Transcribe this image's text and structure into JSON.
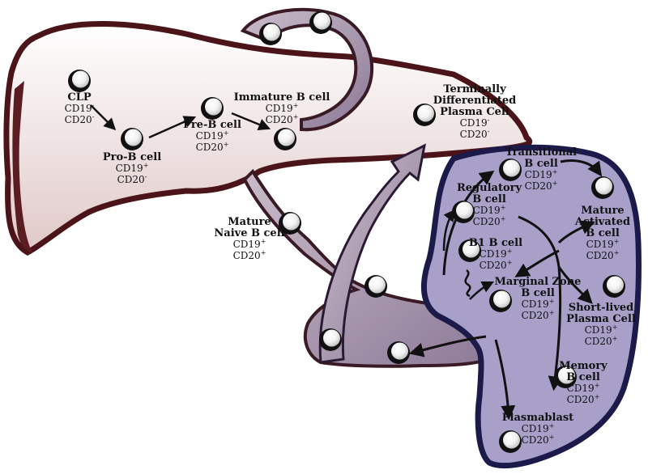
{
  "cells": {
    "clp": {
      "name": [
        "CLP"
      ],
      "cd19": "-",
      "cd20": "-"
    },
    "pro_b": {
      "name": [
        "Pro-B cell"
      ],
      "cd19": "+",
      "cd20": "-"
    },
    "pre_b": {
      "name": [
        "Pre-B cell"
      ],
      "cd19": "+",
      "cd20": "+"
    },
    "immature_b": {
      "name": [
        "Immature B cell"
      ],
      "cd19": "+",
      "cd20": "+"
    },
    "plasma_terminal": {
      "name": [
        "Terminally",
        "Differentiated",
        "Plasma Cell"
      ],
      "cd19": "-",
      "cd20": "-"
    },
    "mature_naive": {
      "name": [
        "Mature",
        "Naive B cell"
      ],
      "cd19": "+",
      "cd20": "+"
    },
    "transitional": {
      "name": [
        "Transitional",
        "B cell"
      ],
      "cd19": "+",
      "cd20": "+"
    },
    "mature_activated": {
      "name": [
        "Mature",
        "Activated",
        "B cell"
      ],
      "cd19": "+",
      "cd20": "+"
    },
    "regulatory": {
      "name": [
        "Regulatory",
        "B cell"
      ],
      "cd19": "+",
      "cd20": "+"
    },
    "b1": {
      "name": [
        "B1 B cell"
      ],
      "cd19": "+",
      "cd20": "+"
    },
    "marginal_zone": {
      "name": [
        "Marginal Zone",
        "B cell"
      ],
      "cd19": "+",
      "cd20": "+"
    },
    "short_lived": {
      "name": [
        "Short-lived",
        "Plasma Cell"
      ],
      "cd19": "+",
      "cd20": "+"
    },
    "memory": {
      "name": [
        "Memory",
        "B cell"
      ],
      "cd19": "+",
      "cd20": "+"
    },
    "plasmablast": {
      "name": [
        "Plasmablast"
      ],
      "cd19": "+",
      "cd20": "+"
    }
  },
  "marker_labels": {
    "cd19": "CD19",
    "cd20": "CD20"
  },
  "colors": {
    "bone_outline": "#4a1418",
    "bone_fill": "#f2e2e2",
    "spleen_outline": "#1b1a4a",
    "spleen_fill": "#a8a0c8",
    "vessel_fill": "#9b8aa3",
    "arrow": "#111111"
  }
}
